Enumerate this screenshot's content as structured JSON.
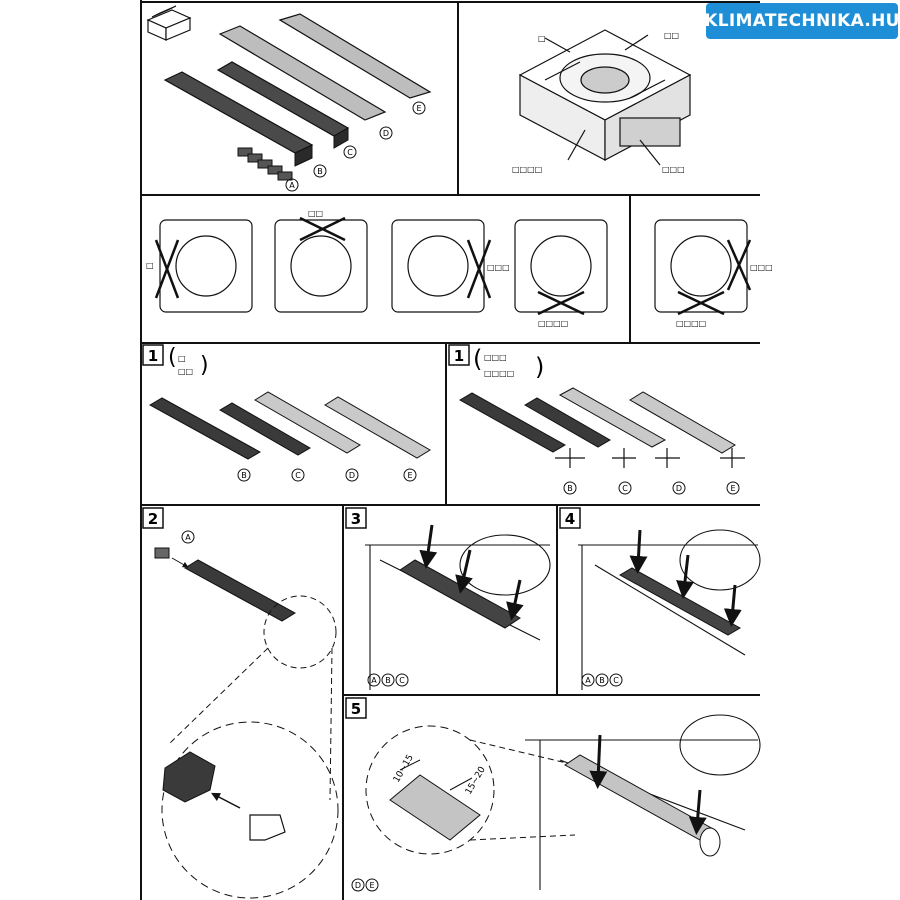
{
  "brand": {
    "name": "KLIMATECHNIKA.HU",
    "color": "#1e8fd6"
  },
  "parts": {
    "a": "A",
    "b": "B",
    "c": "C",
    "d": "D",
    "e": "E"
  },
  "placeholder_labels": {
    "one": "□",
    "two": "□□",
    "three": "□□□",
    "four": "□□□□"
  },
  "steps": {
    "s1a": "1",
    "s1b": "1",
    "s2": "2",
    "s3": "3",
    "s4": "4",
    "s5": "5"
  },
  "dimensions": {
    "d1": "10~15",
    "d2": "15~20"
  },
  "colors": {
    "line": "#111111",
    "dark_part": "#3a3a3a",
    "mid_part": "#6e6e6e",
    "light_part": "#c9c9c9"
  }
}
